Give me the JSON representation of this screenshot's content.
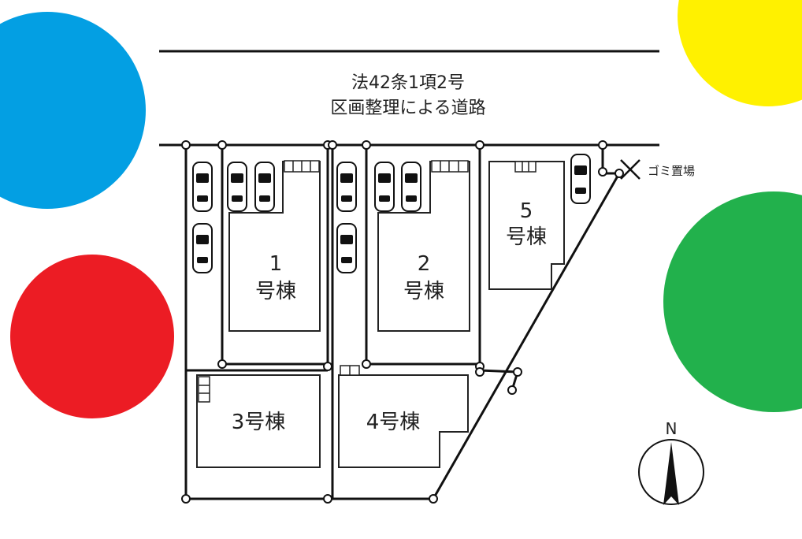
{
  "road": {
    "line1": "法42条1項2号",
    "line2": "区画整理による道路"
  },
  "garbage_label": "ゴミ置場",
  "north_label": "N",
  "buildings": [
    {
      "num": "1",
      "suffix": "号棟"
    },
    {
      "num": "2",
      "suffix": "号棟"
    },
    {
      "text": "3号棟"
    },
    {
      "text": "4号棟"
    },
    {
      "num": "5",
      "suffix": "号棟"
    }
  ],
  "colors": {
    "blue": "#039fe3",
    "yellow": "#fff100",
    "red": "#ec1c24",
    "green": "#22b14c",
    "line": "#111111"
  }
}
